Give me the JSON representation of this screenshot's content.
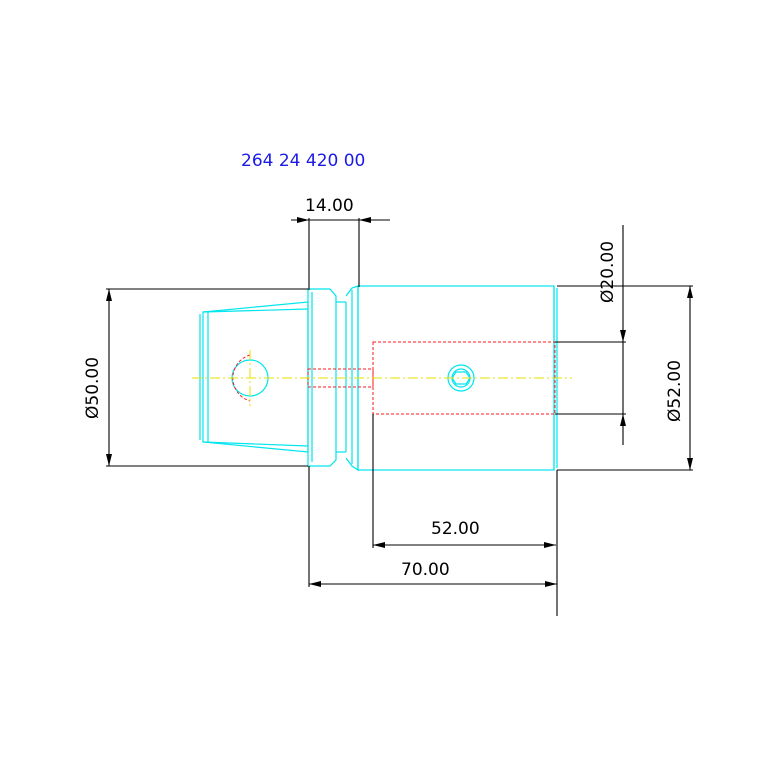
{
  "title": {
    "part_number": "264 24 420 00",
    "color": "#1a1ae6"
  },
  "dimensions": {
    "top_width": "14.00",
    "left_diameter": "Ø50.00",
    "right_small_diameter": "Ø20.00",
    "right_large_diameter": "Ø52.00",
    "bottom_inner_length": "52.00",
    "bottom_outer_length": "70.00"
  },
  "colors": {
    "outline": "#00e5ee",
    "hidden": "#ff1a1a",
    "centerline": "#e8e000",
    "dimension": "#000000"
  }
}
